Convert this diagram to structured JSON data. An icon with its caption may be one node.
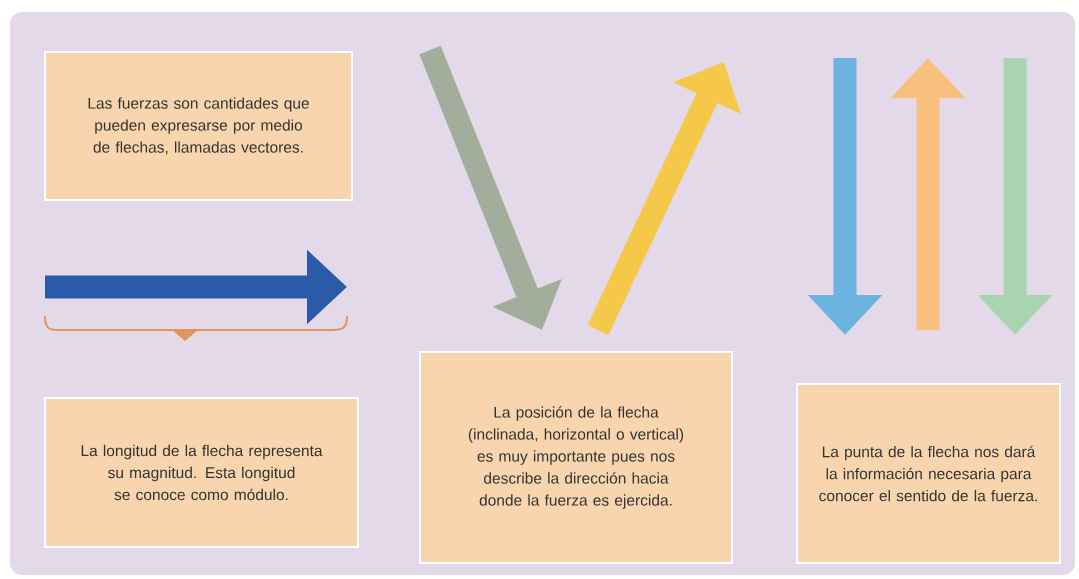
{
  "diagram": {
    "nodes": [
      {
        "text": [
          "Las fuerzas son cantidades que pueden expresarse por medio de flechas, llamadas vectores."
        ]
      },
      {
        "text": [
          "La longitud de la flecha representa su magnitud. Esta longitud se conoce como módulo."
        ]
      },
      {
        "text": [
          "La posición de la flecha (inclinada, horizontal o vertical) es muy importante pues nos describe la dirección hacia donde la fuerza es ejercida."
        ]
      },
      {
        "text": [
          "La punta de la flecha nos dará la información necesaria para conocer el sentido de la fuerza."
        ]
      }
    ]
  }
}
